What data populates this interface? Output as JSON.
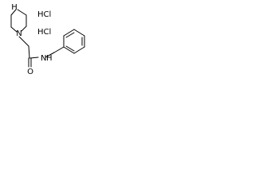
{
  "molecule": {
    "atoms": {
      "nh": "H",
      "n_ring": "N",
      "o": "O",
      "n_amide": "N",
      "h_amide": "H"
    },
    "salt": [
      "HCl",
      "HCl"
    ]
  }
}
